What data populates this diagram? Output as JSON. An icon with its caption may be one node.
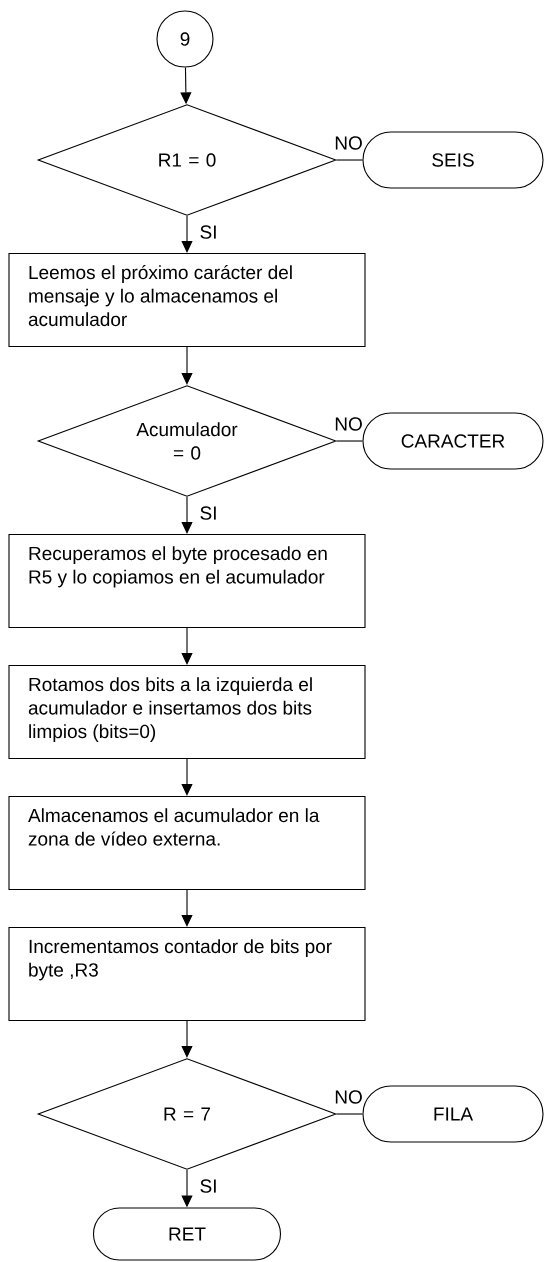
{
  "diagram": {
    "nodes": [
      {
        "text": [
          "9"
        ]
      },
      {
        "text": [
          "R1 = 0"
        ]
      },
      {
        "text": [
          "SEIS"
        ]
      },
      {
        "text": [
          "Leemos el próximo carácter del mensaje y lo almacenamos el acumulador"
        ]
      },
      {
        "text": [
          "Acumulador = 0"
        ]
      },
      {
        "text": [
          "CARACTER"
        ]
      },
      {
        "text": [
          "Recuperamos el byte procesado en R5 y lo copiamos en el acumulador"
        ]
      },
      {
        "text": [
          "Rotamos dos bits a la izquierda el acumulador e insertamos dos bits limpios (bits=0)"
        ]
      },
      {
        "text": [
          "Almacenamos el acumulador en la zona de vídeo externa."
        ]
      },
      {
        "text": [
          "Incrementamos contador de bits por byte ,R3"
        ]
      },
      {
        "text": [
          "R = 7"
        ]
      },
      {
        "text": [
          "FILA"
        ]
      },
      {
        "text": [
          "RET"
        ]
      }
    ],
    "edges": [
      {
        "from": 0,
        "to": 1,
        "arrow": "to"
      },
      {
        "from": 1,
        "to": 2,
        "arrow": "none",
        "label": "NO"
      },
      {
        "from": 1,
        "to": 3,
        "arrow": "to",
        "label": "SI"
      },
      {
        "from": 3,
        "to": 4,
        "arrow": "to"
      },
      {
        "from": 4,
        "to": 5,
        "arrow": "none",
        "label": "NO"
      },
      {
        "from": 4,
        "to": 6,
        "arrow": "to",
        "label": "SI"
      },
      {
        "from": 6,
        "to": 7,
        "arrow": "to"
      },
      {
        "from": 7,
        "to": 8,
        "arrow": "to"
      },
      {
        "from": 8,
        "to": 9,
        "arrow": "to"
      },
      {
        "from": 9,
        "to": 10,
        "arrow": "to"
      },
      {
        "from": 10,
        "to": 11,
        "arrow": "none",
        "label": "NO"
      },
      {
        "from": 10,
        "to": 12,
        "arrow": "to",
        "label": "SI"
      }
    ]
  }
}
